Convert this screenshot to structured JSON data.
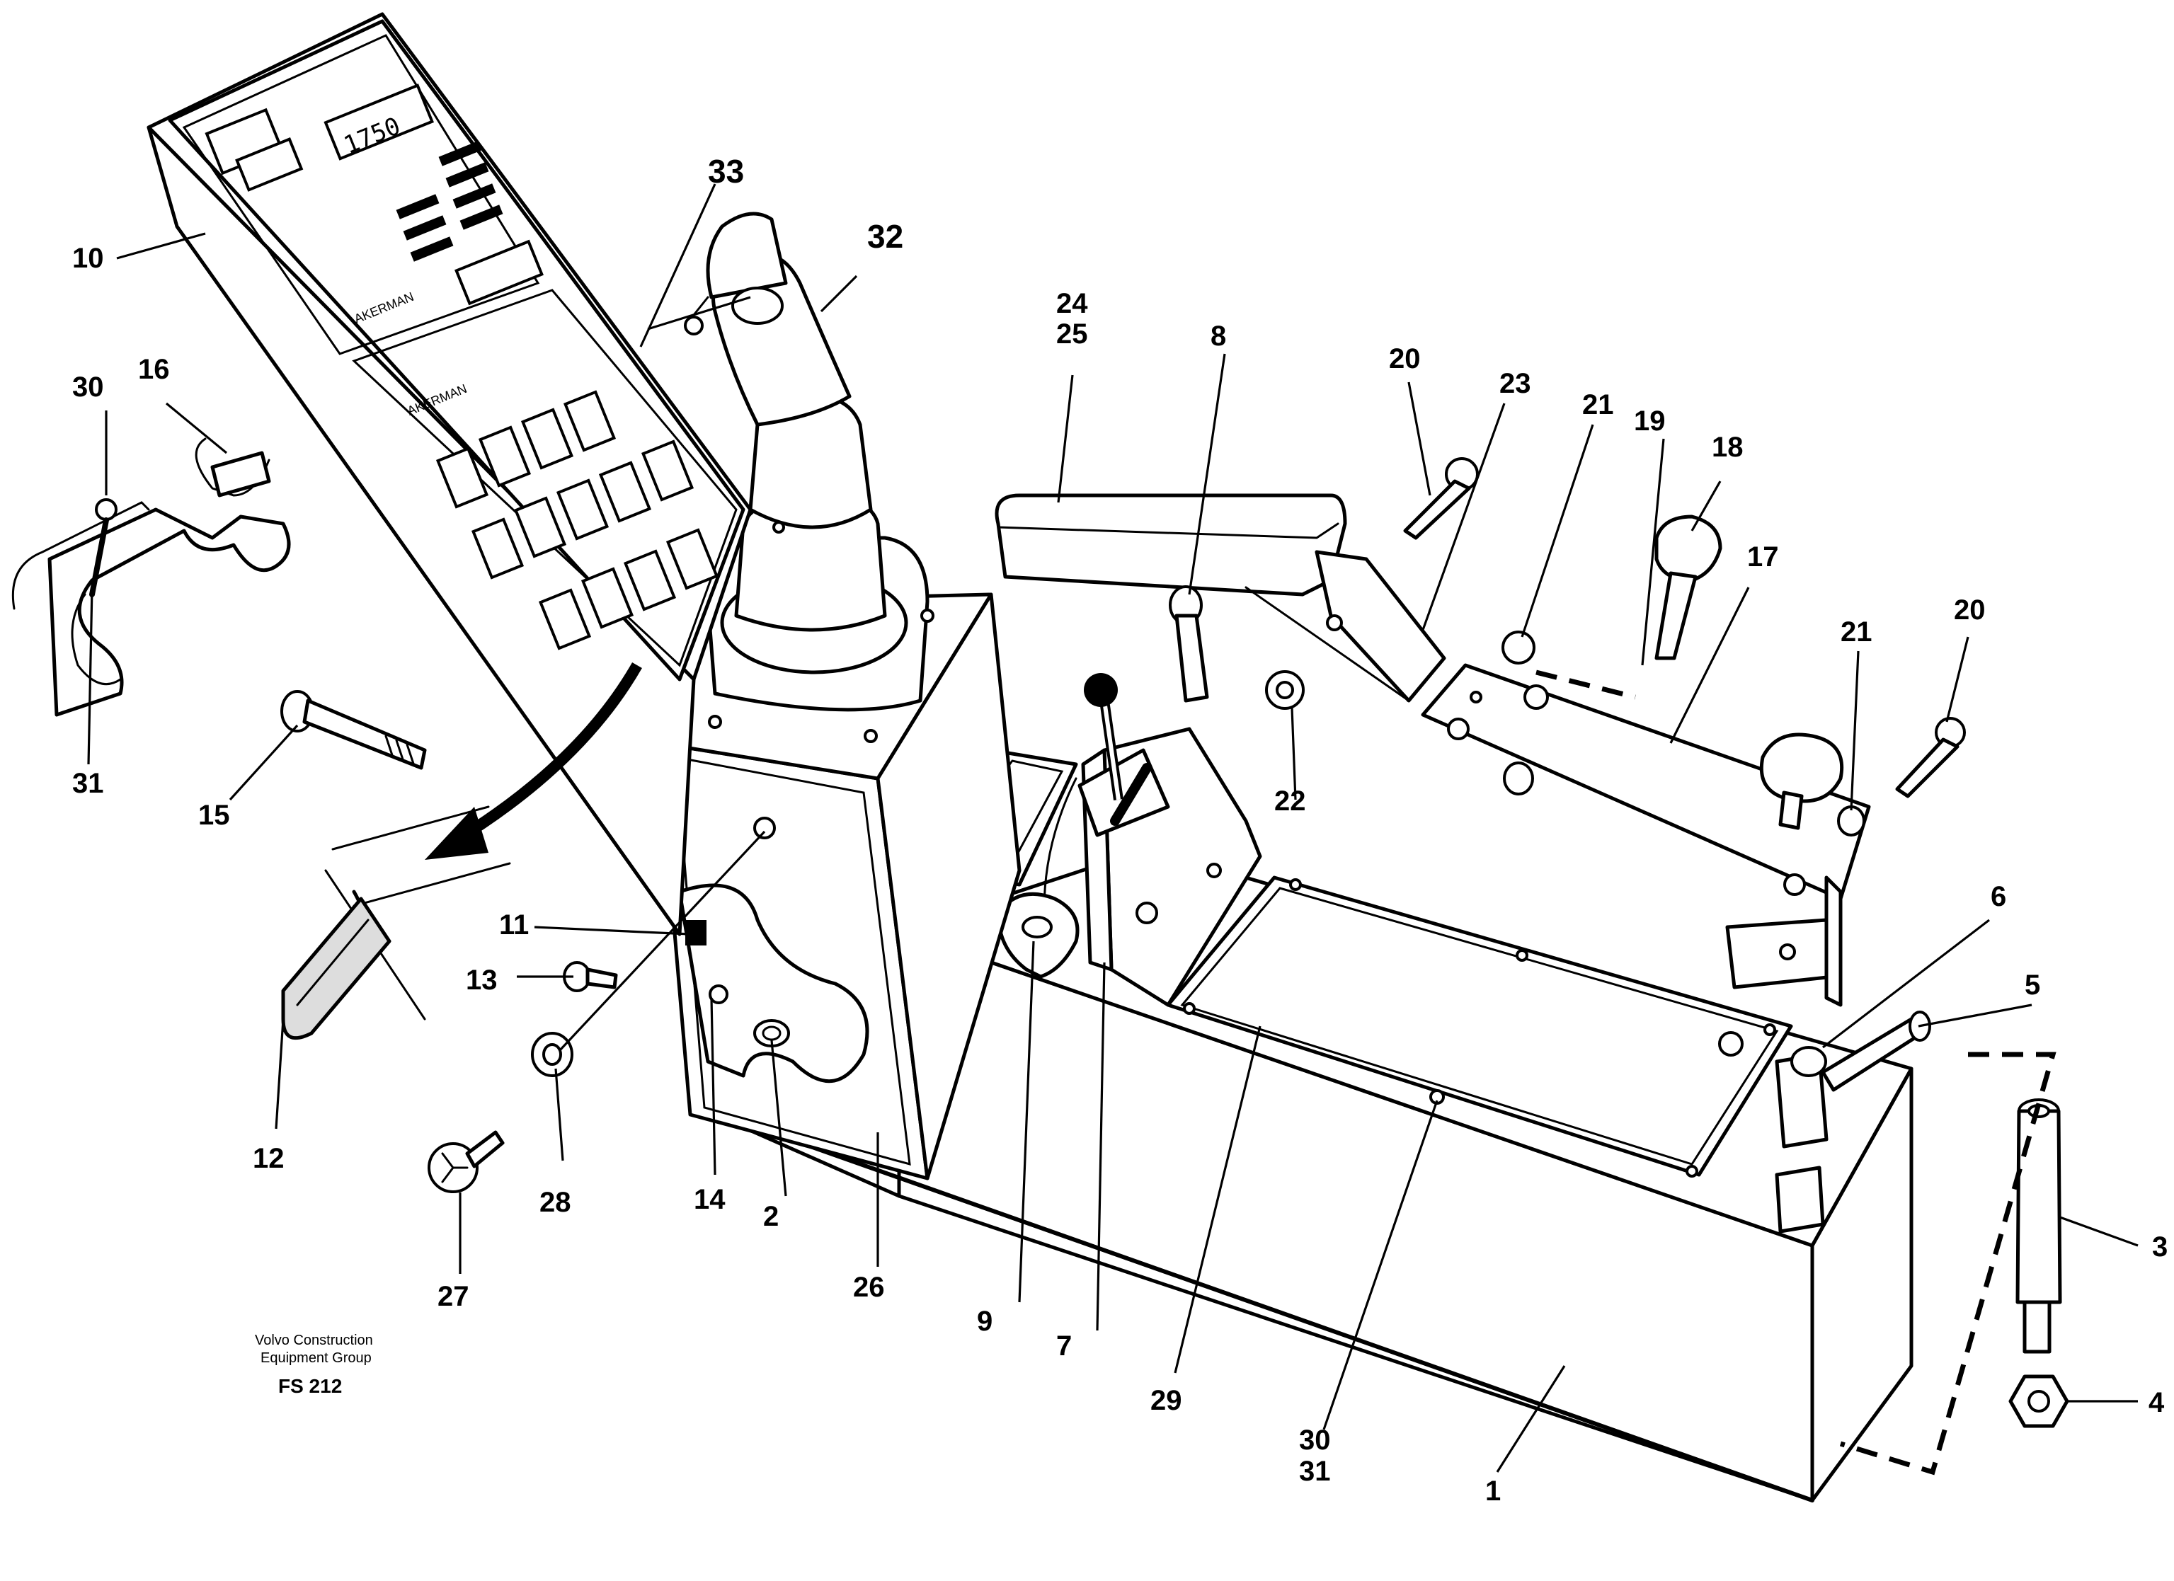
{
  "imprint": {
    "line1": "Volvo Construction",
    "line2": "Equipment Group",
    "code": "FS 212"
  },
  "panel": {
    "display_value": "1750",
    "brand_upper": "AKERMAN",
    "brand_lower": "AKERMAN"
  },
  "callouts": {
    "c1": "1",
    "c2": "2",
    "c3": "3",
    "c4": "4",
    "c5": "5",
    "c6": "6",
    "c7": "7",
    "c8": "8",
    "c9": "9",
    "c10": "10",
    "c11": "11",
    "c12": "12",
    "c13": "13",
    "c14": "14",
    "c15": "15",
    "c16": "16",
    "c17": "17",
    "c18": "18",
    "c19": "19",
    "c20a": "20",
    "c20b": "20",
    "c21a": "21",
    "c21b": "21",
    "c22": "22",
    "c23": "23",
    "c24": "24",
    "c25": "25",
    "c26": "26",
    "c27": "27",
    "c28": "28",
    "c29": "29",
    "c30a": "30",
    "c31a": "31",
    "c30b": "30",
    "c31b": "31",
    "c32": "32",
    "c33": "33"
  }
}
